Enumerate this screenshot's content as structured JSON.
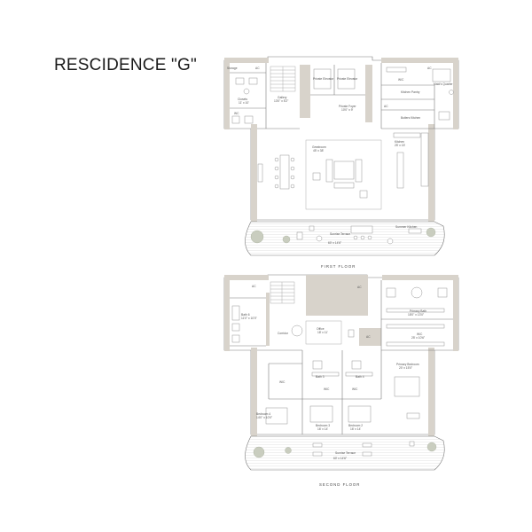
{
  "title": "RESCIDENCE \"G\"",
  "floors": {
    "first": {
      "label": "FIRST FLOOR",
      "rooms": {
        "storage": "Storage",
        "ac1": "AC",
        "closet": "Closets",
        "closet_dim": "11' x 10'",
        "wc": "WC",
        "gallery": "Gallery",
        "gallery_dim": "13'0\" x 5'2\"",
        "private_elevator_1": "Private Elevator",
        "private_elevator_2": "Private Elevator",
        "private_foyer": "Private Foyer",
        "private_foyer_dim": "10'0\" x 9'",
        "ac2": "AC",
        "wc2": "W/C",
        "maids_quarter": "Maid's Quarter",
        "kitchen_pantry": "Kitchen Pantry",
        "butlers_kitchen": "Butlers Kitchen",
        "ac3": "AC",
        "kitchen": "Kitchen",
        "kitchen_dim": "25' x 15'",
        "greatroom": "Greatroom",
        "greatroom_dim": "45' x 38'",
        "sunrise_terrace": "Sunrise Terrace",
        "sunrise_terrace_dim": "60' x 14'6\"",
        "summer_kitchen": "Summer Kitchen"
      }
    },
    "second": {
      "label": "SECOND FLOOR",
      "rooms": {
        "ac1": "AC",
        "bath6": "Bath 6",
        "bath6_dim": "11'0\" x 10'0\"",
        "corridor": "Corridor",
        "office": "Office",
        "office_dim": "18' x 11'",
        "ac2": "AC",
        "ac3": "AC",
        "primary_bath": "Primary Bath",
        "primary_bath_dim": "18'0\" x 13'0\"",
        "wic_primary": "W/C",
        "wic_primary_dim": "25' x 10'6\"",
        "wic1": "WIC",
        "bath3": "Bath 3",
        "bath4": "Bath 4",
        "wic2": "WIC",
        "wic3": "WIC",
        "primary_bedroom": "Primary Bedroom",
        "primary_bedroom_dim": "20' x 15'0\"",
        "bedroom4": "Bedroom 4",
        "bedroom4_dim": "14'0\" x 10'0\"",
        "bedroom3": "Bedroom 3",
        "bedroom3_dim": "16' x 14'",
        "bedroom2": "Bedroom 2",
        "bedroom2_dim": "16' x 14'",
        "sunrise_terrace": "Sunrise Terrace",
        "sunrise_terrace_dim": "60' x 14'6\""
      }
    }
  }
}
